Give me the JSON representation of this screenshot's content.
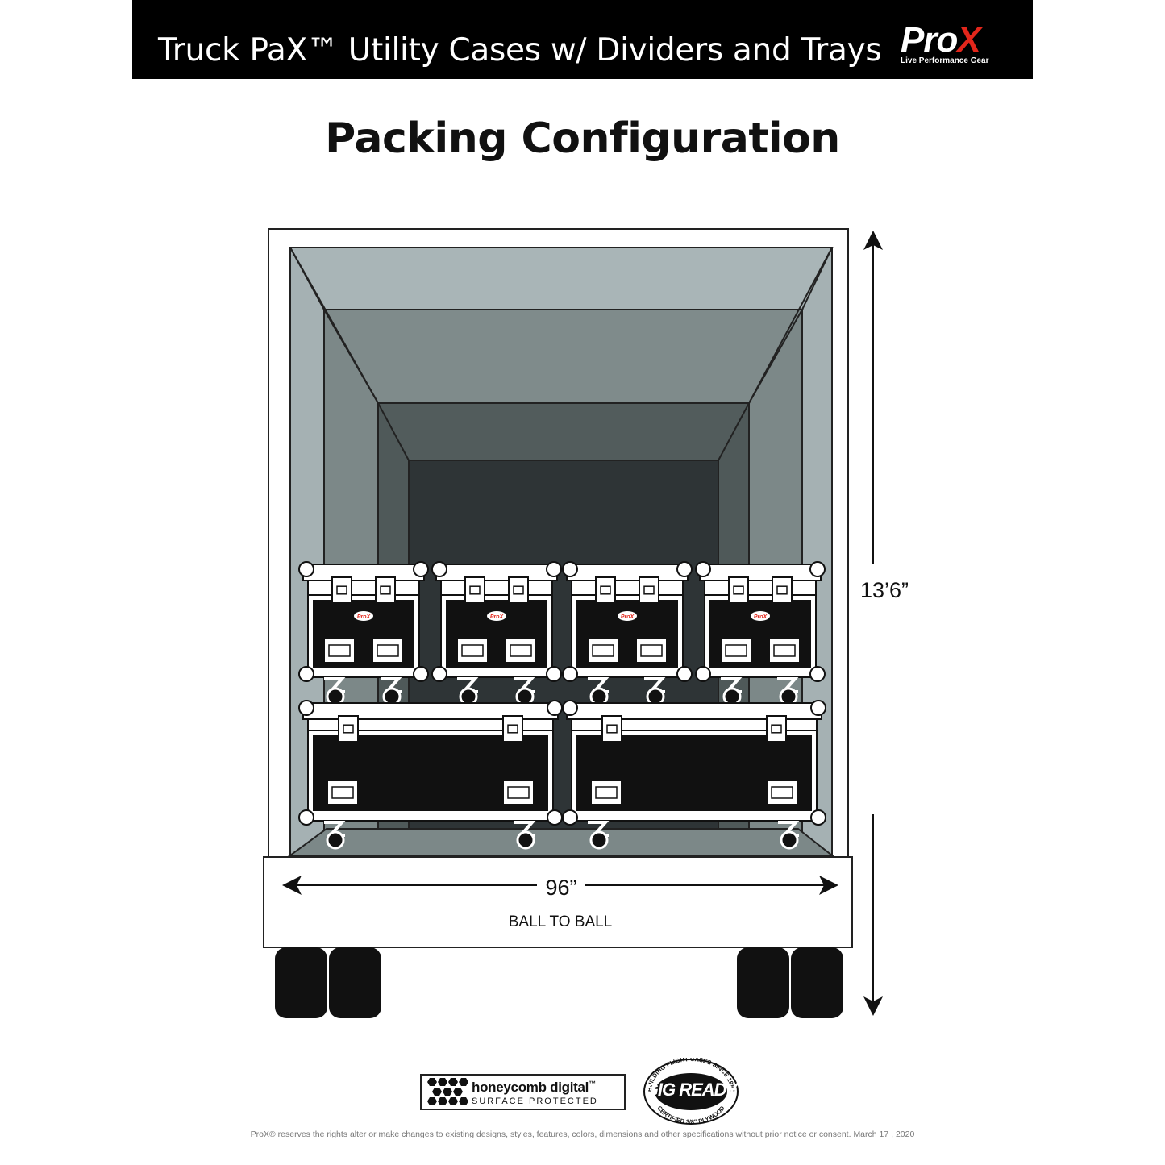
{
  "header": {
    "title": "Truck PaX™ Utility Cases w/ Dividers and Trays",
    "logo_text": "ProX",
    "logo_tagline": "Live Performance Gear"
  },
  "page_title": "Packing Configuration",
  "dimensions": {
    "height": "13’6”",
    "width": "96”",
    "width_caption": "BALL TO BALL"
  },
  "case_logo": "ProX",
  "badges": {
    "honeycomb_title": "honeycomb digital",
    "honeycomb_tm": "™",
    "honeycomb_sub": "SURFACE PROTECTED",
    "gig_top": "BUILDING FLIGHT CASES SINCE 1984",
    "gig_main": "GIG READY",
    "gig_bottom": "CERTIFIED 3/8” PLYWOOD"
  },
  "footer": {
    "disclaimer": "ProX® reserves the rights alter or make changes to existing designs, styles, features, colors, dimensions and other specifications without prior notice or consent. March 17 , 2020"
  },
  "colors": {
    "wall_outer": "#a5b1b3",
    "wall_mid": "#7c8888",
    "wall_inner": "#4f5959",
    "back_wall": "#2e3436",
    "case_body": "#111111",
    "header_bg": "#000000",
    "logo_accent": "#e3261b"
  }
}
